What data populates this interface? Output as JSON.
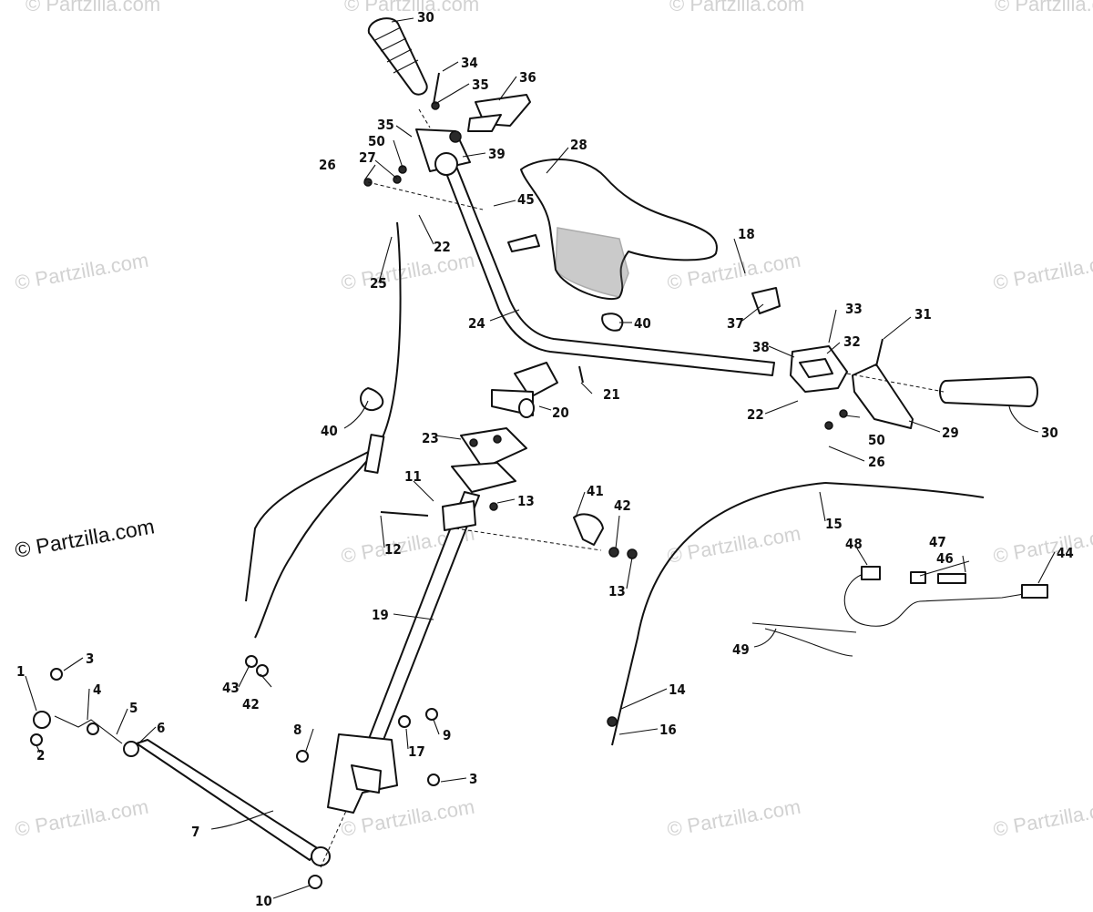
{
  "watermark": {
    "brand_text": "© Partzilla.com",
    "tile_text": "© Partzilla.com"
  },
  "diagram": {
    "callouts": [
      "1",
      "2",
      "3",
      "4",
      "5",
      "6",
      "7",
      "8",
      "9",
      "10",
      "11",
      "12",
      "13",
      "14",
      "15",
      "16",
      "17",
      "18",
      "19",
      "20",
      "21",
      "22",
      "23",
      "24",
      "25",
      "26",
      "27",
      "28",
      "29",
      "30",
      "31",
      "32",
      "33",
      "34",
      "35",
      "36",
      "37",
      "38",
      "39",
      "40",
      "41",
      "42",
      "43",
      "44",
      "45",
      "46",
      "47",
      "48",
      "49",
      "50"
    ]
  }
}
